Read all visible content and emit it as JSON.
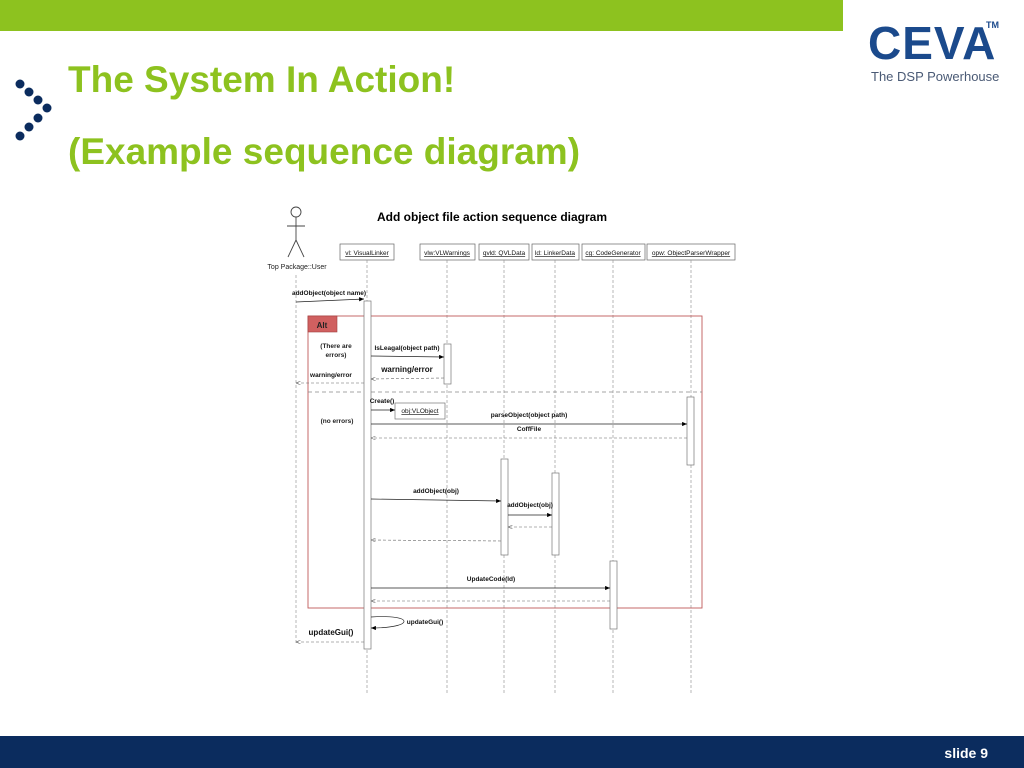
{
  "slide": {
    "title_line1": "The System In Action!",
    "title_line2": "(Example sequence diagram)",
    "number_label": "slide 9",
    "colors": {
      "accent_green": "#8dc21f",
      "navy": "#0b2c5e",
      "logo_blue": "#1b4a8c"
    }
  },
  "logo": {
    "name": "CEVA",
    "tm": "TM",
    "tagline": "The DSP Powerhouse"
  },
  "diagram": {
    "title": "Add object file action sequence diagram",
    "actor_label": "Top Package::User",
    "lifelines": [
      "vl: VisualLinker",
      "vlw:VLWarnings",
      "qvld: QVLData",
      "ld: LinkerData",
      "cg: CodeGenerator",
      "opw: ObjectParserWrapper"
    ],
    "created_object": "obj:VLObject",
    "fragment": {
      "operator": "Alt",
      "guard1_line1": "(There are",
      "guard1_line2": "errors)",
      "guard2": "(no errors)"
    },
    "messages": {
      "add_object_name": "addObject(object name)",
      "is_legal": "IsLeagal(object path)",
      "warning_error_return": "warning/error",
      "warning_error_user": "warning/error",
      "create": "Create()",
      "parse_object": "parseObject(object path)",
      "coff_file": "CoffFile",
      "add_object_obj1": "addObject(obj)",
      "add_object_obj2": "addObject(obj)",
      "update_code": "UpdateCode(ld)",
      "update_gui_self": "updateGui()",
      "update_gui_user": "updateGui()"
    }
  }
}
